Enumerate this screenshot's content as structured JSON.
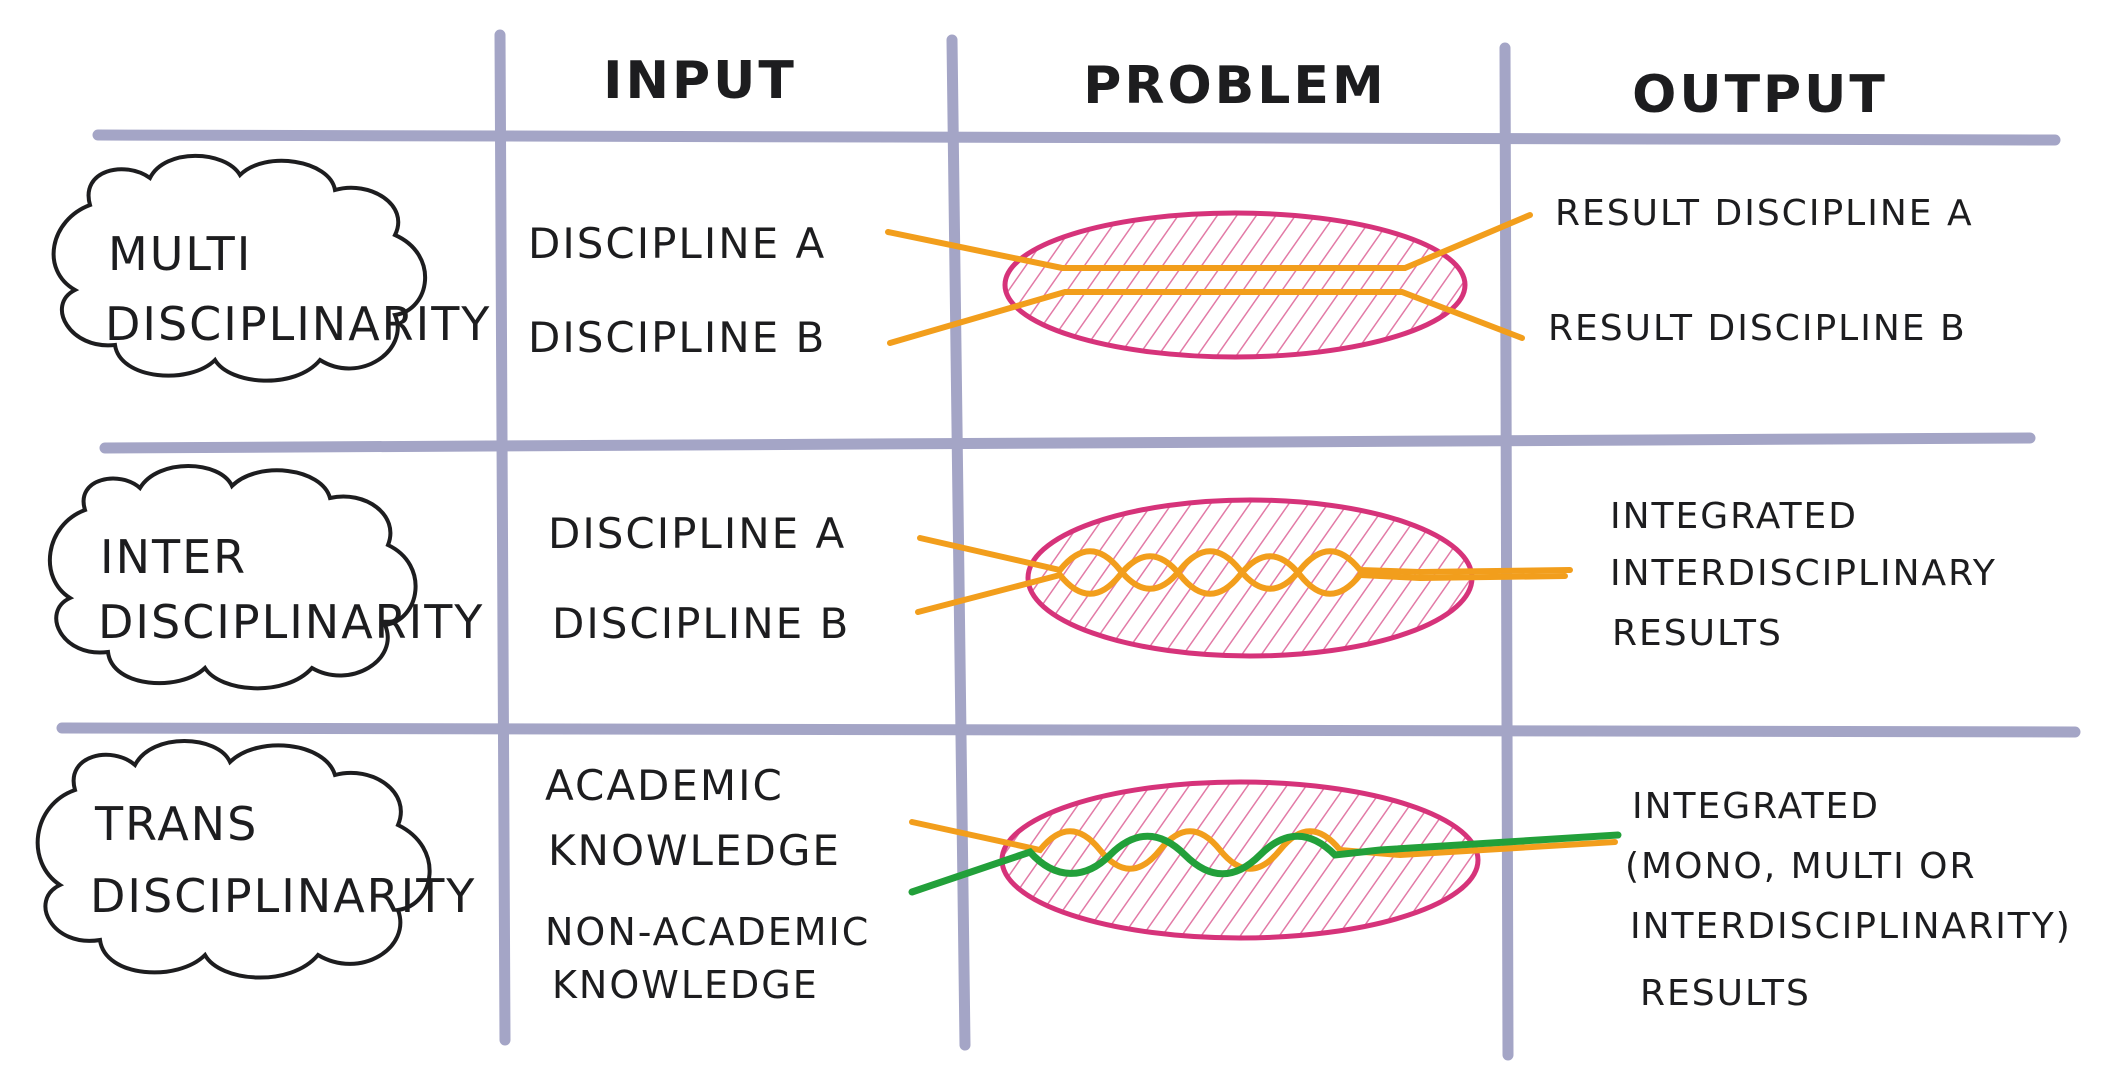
{
  "headers": {
    "input": "INPUT",
    "problem": "PROBLEM",
    "output": "OUTPUT"
  },
  "rows": [
    {
      "label_lines": [
        "MULTI",
        "DISCIPLINARITY"
      ],
      "inputs": [
        "DISCIPLINE A",
        "DISCIPLINE B"
      ],
      "outputs": [
        "RESULT DISCIPLINE A",
        "RESULT DISCIPLINE B"
      ]
    },
    {
      "label_lines": [
        "INTER",
        "DISCIPLINARITY"
      ],
      "inputs": [
        "DISCIPLINE A",
        "DISCIPLINE B"
      ],
      "outputs": [
        "INTEGRATED",
        "INTERDISCIPLINARY",
        "RESULTS"
      ]
    },
    {
      "label_lines": [
        "TRANS",
        "DISCIPLINARITY"
      ],
      "inputs": [
        "ACADEMIC",
        "KNOWLEDGE",
        "NON-ACADEMIC",
        "KNOWLEDGE"
      ],
      "outputs": [
        "INTEGRATED",
        "(MONO, MULTI OR",
        "INTERDISCIPLINARITY)",
        "RESULTS"
      ]
    }
  ],
  "colors": {
    "grid": "#8e8fb8",
    "ellipse": "#d6337a",
    "hatch": "#e27aa6",
    "thread_orange": "#f29e1c",
    "thread_green": "#22a03a",
    "ink": "#1d1d1f"
  }
}
